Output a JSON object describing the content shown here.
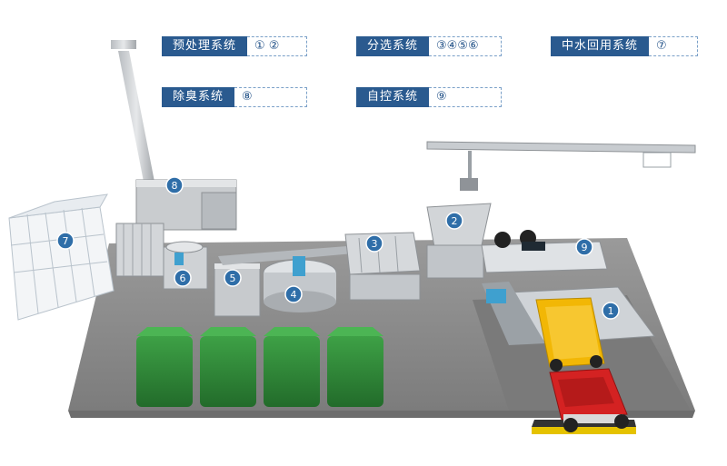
{
  "legend": [
    {
      "label": "预处理系统",
      "numbers": "① ②"
    },
    {
      "label": "分选系统",
      "numbers": "③④⑤⑥"
    },
    {
      "label": "中水回用系统",
      "numbers": "⑦"
    },
    {
      "label": "除臭系统",
      "numbers": "⑧"
    },
    {
      "label": "自控系统",
      "numbers": "⑨"
    }
  ],
  "markers": [
    "1",
    "2",
    "3",
    "4",
    "5",
    "6",
    "7",
    "8",
    "9"
  ],
  "colors": {
    "legend_tag": "#2a5a8f",
    "legend_border": "#7aa0c8",
    "marker_fill": "#2f6ea8",
    "floor": "#8f8f8f",
    "bin_green": "#2f8a38",
    "truck_yellow": "#f2b705",
    "truck_red": "#d42222"
  }
}
